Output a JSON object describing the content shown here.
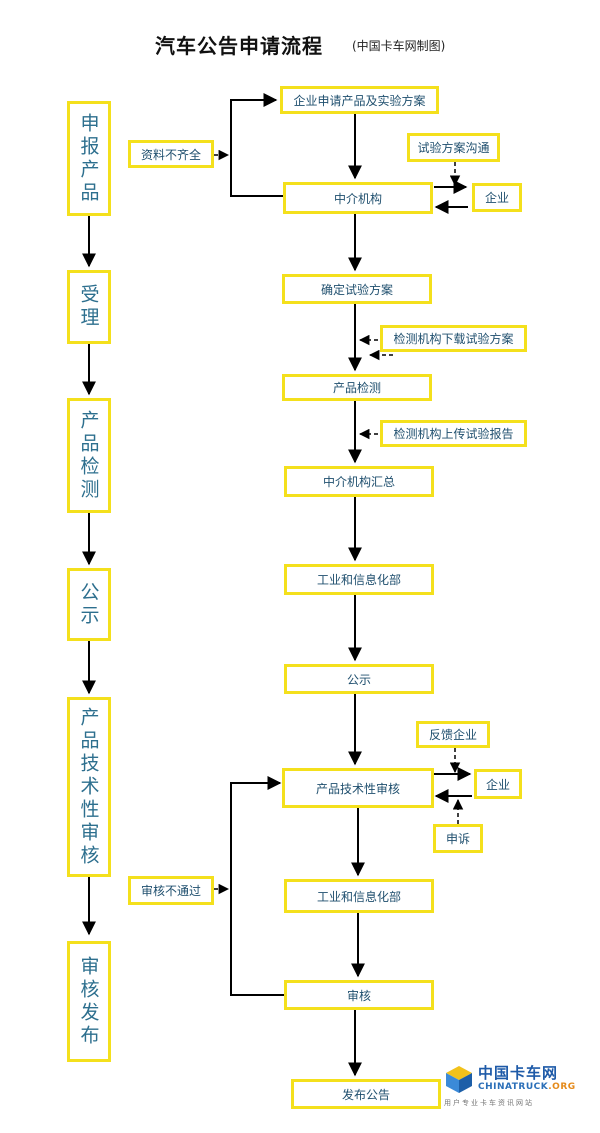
{
  "title": "汽车公告申请流程",
  "subtitle": "(中国卡车网制图)",
  "stages": [
    "申报产品",
    "受理",
    "产品检测",
    "公示",
    "产品技术性审核",
    "审核发布"
  ],
  "steps": [
    "企业申请产品及实验方案",
    "中介机构",
    "确定试验方案",
    "产品检测",
    "中介机构汇总",
    "工业和信息化部",
    "公示",
    "产品技术性审核",
    "工业和信息化部",
    "审核",
    "发布公告"
  ],
  "side_notes": {
    "incomplete": "资料不齐全",
    "scheme_comm": "试验方案沟通",
    "enterprise_1": "企业",
    "download": "检测机构下载试验方案",
    "upload": "检测机构上传试验报告",
    "feedback": "反馈企业",
    "enterprise_2": "企业",
    "appeal": "申诉",
    "review_fail": "审核不通过"
  },
  "logo": {
    "name": "中国卡车网",
    "domain_main": "CHINATRUCK",
    "domain_tld": ".ORG",
    "tagline": "用户专业卡车资讯网站"
  },
  "colors": {
    "box_border": "#f4e01c",
    "text": "#1f4f6e",
    "line": "#000000"
  }
}
